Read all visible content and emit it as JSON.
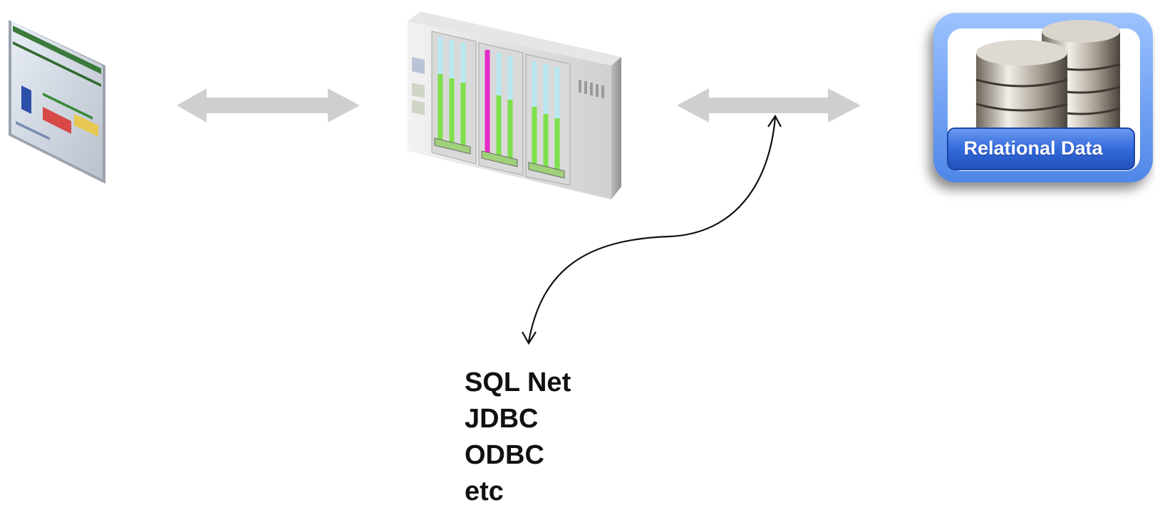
{
  "diagram": {
    "nodes": {
      "client": {
        "icon": "browser-window-icon"
      },
      "server": {
        "icon": "server-rack-icon"
      },
      "database": {
        "icon": "database-cylinders-icon",
        "label": "Relational Data"
      }
    },
    "connectors": {
      "client_server": {
        "icon": "double-arrow-icon"
      },
      "server_database": {
        "icon": "double-arrow-icon"
      },
      "callout": {
        "icon": "curved-callout-arrow-icon"
      }
    },
    "protocols": [
      "SQL Net",
      "JDBC",
      "ODBC",
      "etc"
    ]
  },
  "colors": {
    "arrow_gray": "#c8c8c8",
    "db_badge_blue": "#2f6de0",
    "db_frame_blue": "#6aa0f5",
    "server_gray": "#c9c9c9",
    "led_green": "#7ee04a",
    "led_magenta": "#e62cc8"
  }
}
